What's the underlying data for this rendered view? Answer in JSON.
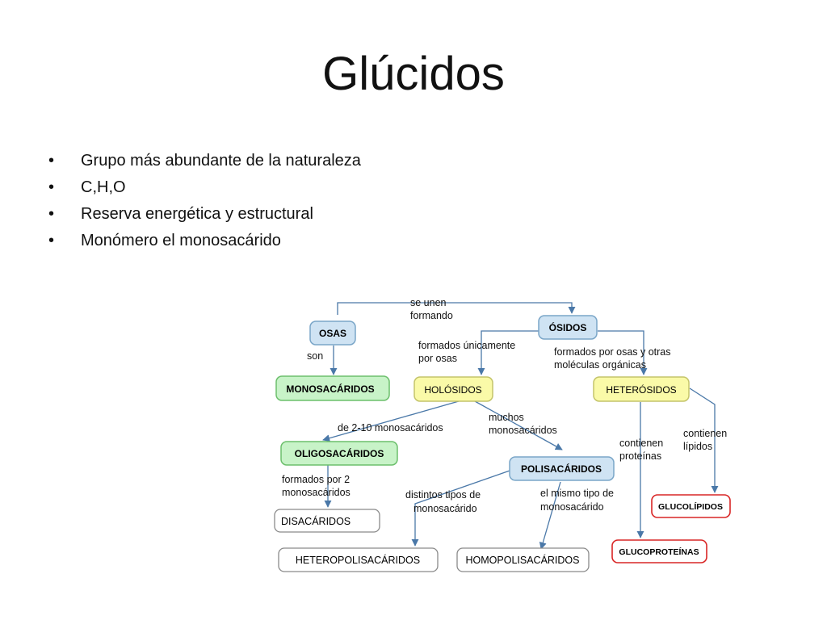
{
  "slide": {
    "title": "Glúcidos",
    "bullet_marker": "•",
    "bullets": [
      "Grupo más abundante de la naturaleza",
      "C,H,O",
      "Reserva energética y estructural",
      "Monómero el monosacárido"
    ]
  },
  "diagram": {
    "colors": {
      "blue_fill": "#cfe3f3",
      "blue_stroke": "#7aa6c8",
      "green_fill": "#c8f3c8",
      "green_stroke": "#6cbf6c",
      "yellow_fill": "#fafaa8",
      "yellow_stroke": "#c4c46a",
      "white_fill": "#ffffff",
      "gray_stroke": "#8a8a8a",
      "red_stroke": "#d92626",
      "line": "#4a78a8"
    },
    "nodes": {
      "osas": "OSAS",
      "osidos": "ÓSIDOS",
      "monosacaridos": "MONOSACÁRIDOS",
      "holosidos": "HOLÓSIDOS",
      "heterosidos": "HETERÓSIDOS",
      "oligosacaridos": "OLIGOSACÁRIDOS",
      "polisacaridos": "POLISACÁRIDOS",
      "disacaridos": "DISACÁRIDOS",
      "heteropolisacaridos": "HETEROPOLISACÁRIDOS",
      "homopolisacaridos": "HOMOPOLISACÁRIDOS",
      "glucolipidos": "GLUCOLÍPIDOS",
      "glucoproteinas": "GLUCOPROTEÍNAS"
    },
    "edge_labels": {
      "se_unen": [
        "se unen",
        "formando"
      ],
      "son": [
        "son"
      ],
      "formados_unicamente": [
        "formados únicamente",
        "por osas"
      ],
      "formados_por_osas": [
        "formados por osas y otras",
        "moléculas orgánicas"
      ],
      "de_2_10": [
        "de 2-10 monosacáridos"
      ],
      "muchos": [
        "muchos",
        "monosacáridos"
      ],
      "contienen_proteinas": [
        "contienen",
        "proteínas"
      ],
      "contienen_lipidos": [
        "contienen",
        "lípidos"
      ],
      "formados_por_2": [
        "formados por 2",
        "monosacáridos"
      ],
      "distintos_tipos": [
        "distintos tipos de",
        "monosacárido"
      ],
      "mismo_tipo": [
        "el mismo tipo de",
        "monosacárido"
      ]
    }
  }
}
